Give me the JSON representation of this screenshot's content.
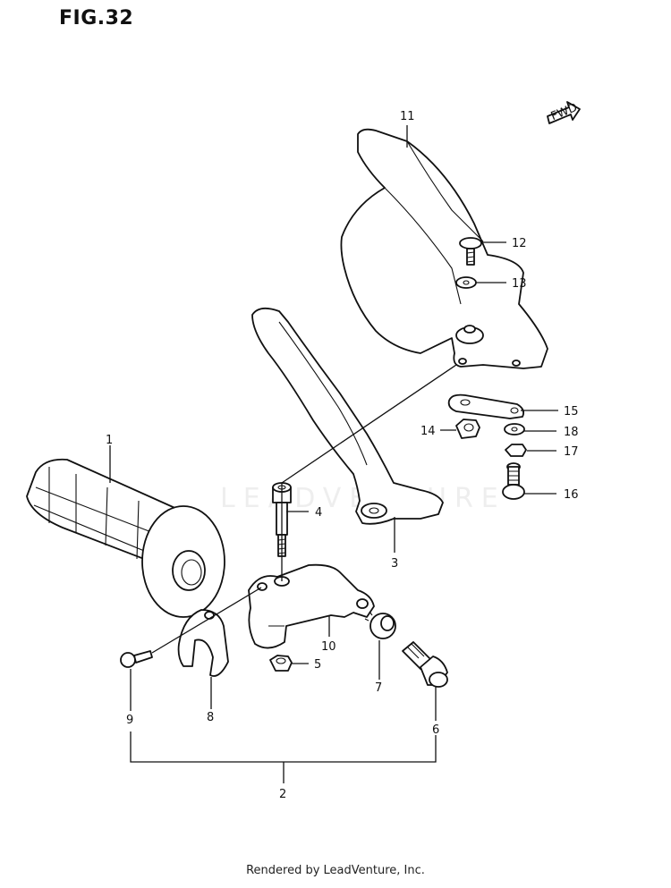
{
  "figure": {
    "title": "FIG.32",
    "footer": "Rendered by LeadVenture, Inc.",
    "watermark": "LEADVENTURE"
  },
  "callouts": [
    {
      "id": "1",
      "text": "1"
    },
    {
      "id": "2",
      "text": "2"
    },
    {
      "id": "3",
      "text": "3"
    },
    {
      "id": "4",
      "text": "4"
    },
    {
      "id": "5",
      "text": "5"
    },
    {
      "id": "6",
      "text": "6"
    },
    {
      "id": "7",
      "text": "7"
    },
    {
      "id": "8",
      "text": "8"
    },
    {
      "id": "9",
      "text": "9"
    },
    {
      "id": "10",
      "text": "10"
    },
    {
      "id": "11",
      "text": "11"
    },
    {
      "id": "12",
      "text": "12"
    },
    {
      "id": "13",
      "text": "13"
    },
    {
      "id": "14",
      "text": "14"
    },
    {
      "id": "15",
      "text": "15"
    },
    {
      "id": "16",
      "text": "16"
    },
    {
      "id": "17",
      "text": "17"
    },
    {
      "id": "18",
      "text": "18"
    }
  ],
  "fwd_arrow": {
    "text": "FWD"
  }
}
